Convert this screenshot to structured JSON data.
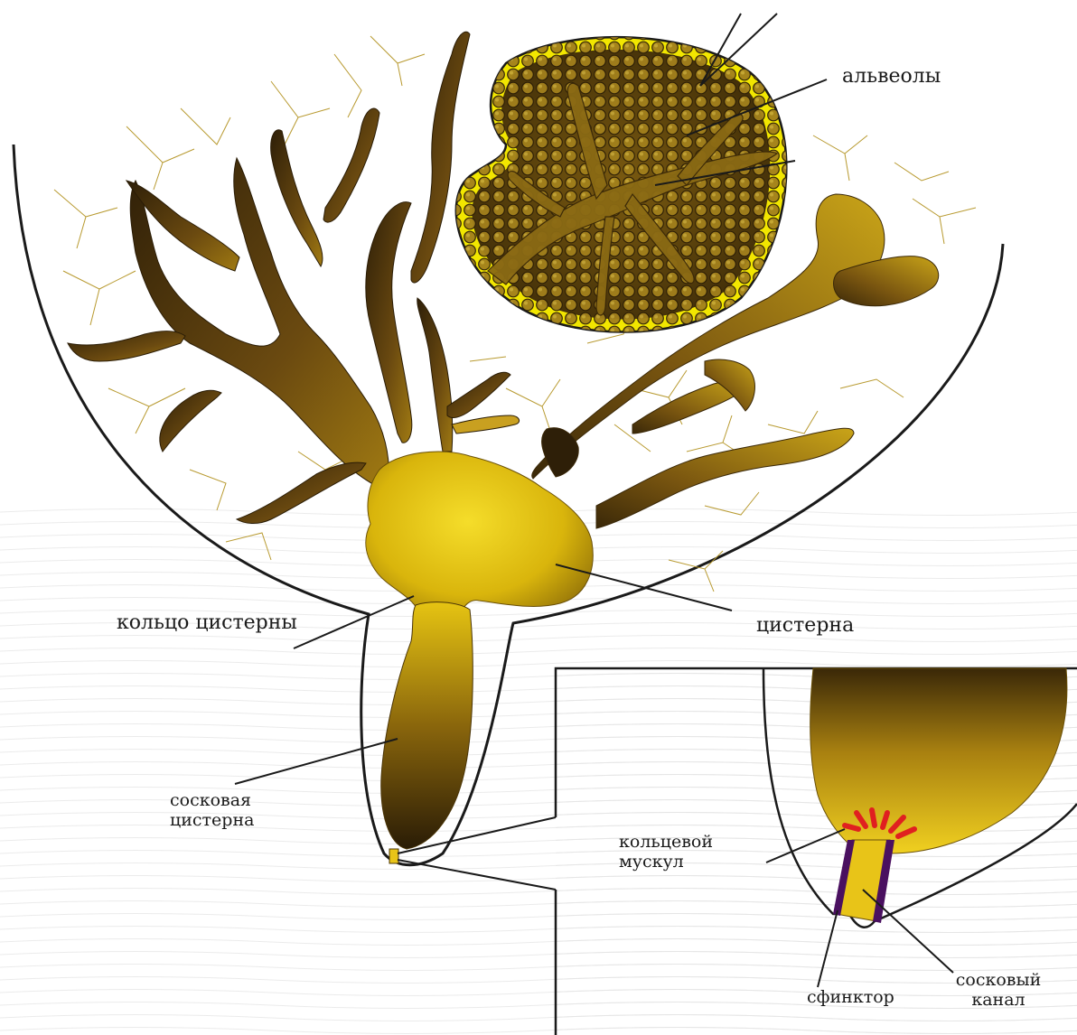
{
  "labels": {
    "alveoli": "альвеолы",
    "cistern_ring": "кольцо цистерны",
    "cistern": "цистерна",
    "teat_cistern_line1": "сосковая",
    "teat_cistern_line2": "цистерна",
    "ring_muscle_line1": "кольцевой",
    "ring_muscle_line2": "мускул",
    "sphincter": "сфинктор",
    "teat_canal_line1": "сосковый",
    "teat_canal_line2": "канал"
  },
  "colors": {
    "outline": "#1a1a1a",
    "duct_dark": "#3d2a0c",
    "duct_gold": "#b08a10",
    "cistern_yellow": "#e8c40a",
    "alveoli_rim": "#f2e600",
    "sphincter_red": "#e02020",
    "canal_purple": "#4a1060"
  }
}
